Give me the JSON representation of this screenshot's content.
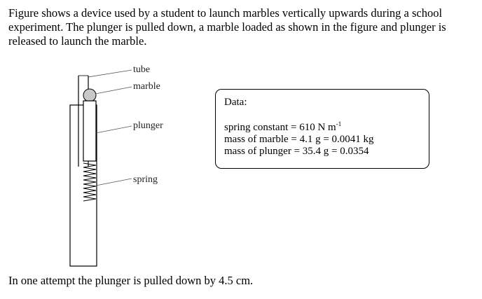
{
  "intro_text": "Figure shows a device used by a student to launch marbles vertically upwards during a school experiment. The plunger is pulled down, a marble loaded as shown in the figure and plunger is released to launch the marble.",
  "figure": {
    "labels": {
      "tube": "tube",
      "marble": "marble",
      "plunger": "plunger",
      "spring": "spring"
    }
  },
  "data_box": {
    "heading": "Data:",
    "spring_constant_text": "spring constant = 610 N m",
    "spring_constant_exponent": "-1",
    "mass_marble": "mass of marble = 4.1 g = 0.0041 kg",
    "mass_plunger": "mass of plunger = 35.4 g = 0.0354"
  },
  "outro_text": "In one attempt the plunger is pulled down by 4.5 cm."
}
